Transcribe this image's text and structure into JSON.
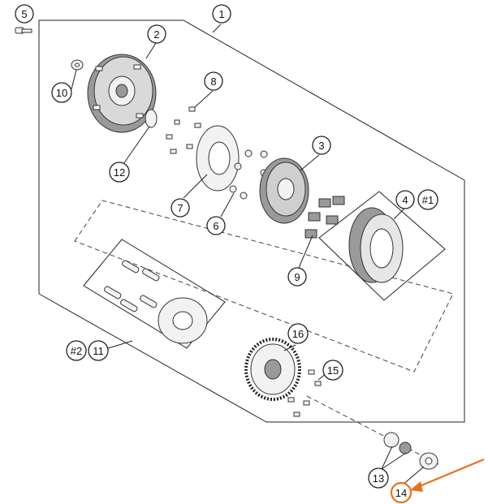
{
  "diagram": {
    "callouts": {
      "c1": "1",
      "c2": "2",
      "c3": "3",
      "c4": "4",
      "c5": "5",
      "c6": "6",
      "c7": "7",
      "c8": "8",
      "c9": "9",
      "c10": "10",
      "c11": "11",
      "c12": "12",
      "c13": "13",
      "c14": "14",
      "c15": "15",
      "c16": "16"
    },
    "refs": {
      "r1": "#1",
      "r2": "#2"
    },
    "highlight_color": "#e8701a",
    "highlighted_callout": "14"
  }
}
